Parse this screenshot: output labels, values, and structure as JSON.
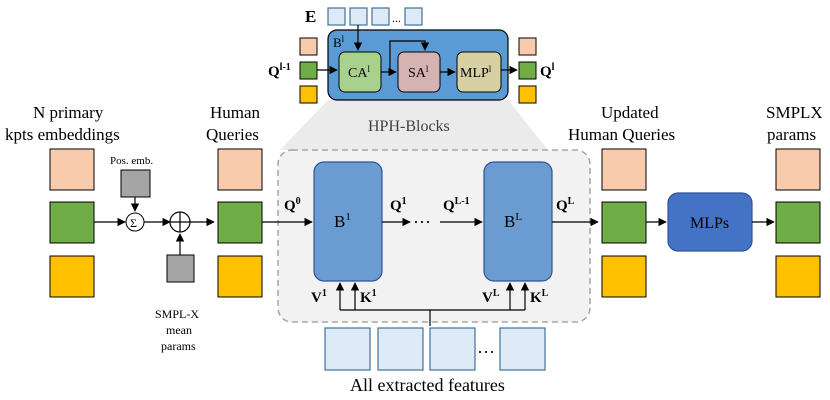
{
  "colors": {
    "salmon": "#f8cbad",
    "green": "#70ad47",
    "gold": "#ffc000",
    "gray": "#a5a5a5",
    "feature": "#deebf7",
    "block_blue": "#6a9bd1",
    "mlp_blue": "#4472c4",
    "hph_panel": "#5b9bd5",
    "ca": "#a9d18e",
    "sa": "#d5b3b3",
    "mlp_inner": "#d6d0a2",
    "dashed_panel": "#f2f2f2"
  },
  "labels": {
    "primary_line1": "N primary",
    "primary_line2": "kpts embeddings",
    "pos_emb": "Pos. emb.",
    "sigma": "Σ",
    "smplx_mean_1": "SMPL-X",
    "smplx_mean_2": "mean",
    "smplx_mean_3": "params",
    "human_queries_1": "Human",
    "human_queries_2": "Queries",
    "updated_1": "Updated",
    "updated_2": "Human Queries",
    "smplx_params_1": "SMPLX",
    "smplx_params_2": "params",
    "hph_blocks": "HPH-Blocks",
    "all_features": "All extracted features",
    "mlps": "MLPs",
    "E": "E",
    "dots": "...",
    "ellipsis": "···"
  },
  "hph": {
    "B": "B",
    "B_sup": "l",
    "CA": "CA",
    "CA_sup": "l",
    "SA": "SA",
    "SA_sup": "l",
    "MLP": "MLP",
    "MLP_sup": "l",
    "Q_in": "Q",
    "Q_in_sup": "l-1",
    "Q_out": "Q",
    "Q_out_sup": "l"
  },
  "main": {
    "Q0": "Q",
    "Q0_sup": "0",
    "B1": "B",
    "B1_sup": "1",
    "Q1": "Q",
    "Q1_sup": "1",
    "QLm1": "Q",
    "QLm1_sup": "L-1",
    "BL": "B",
    "BL_sup": "L",
    "QL": "Q",
    "QL_sup": "L",
    "V1": "V",
    "V1_sup": "1",
    "K1": "K",
    "K1_sup": "1",
    "VL": "V",
    "VL_sup": "L",
    "KL": "K",
    "KL_sup": "L",
    "dots": "···"
  }
}
